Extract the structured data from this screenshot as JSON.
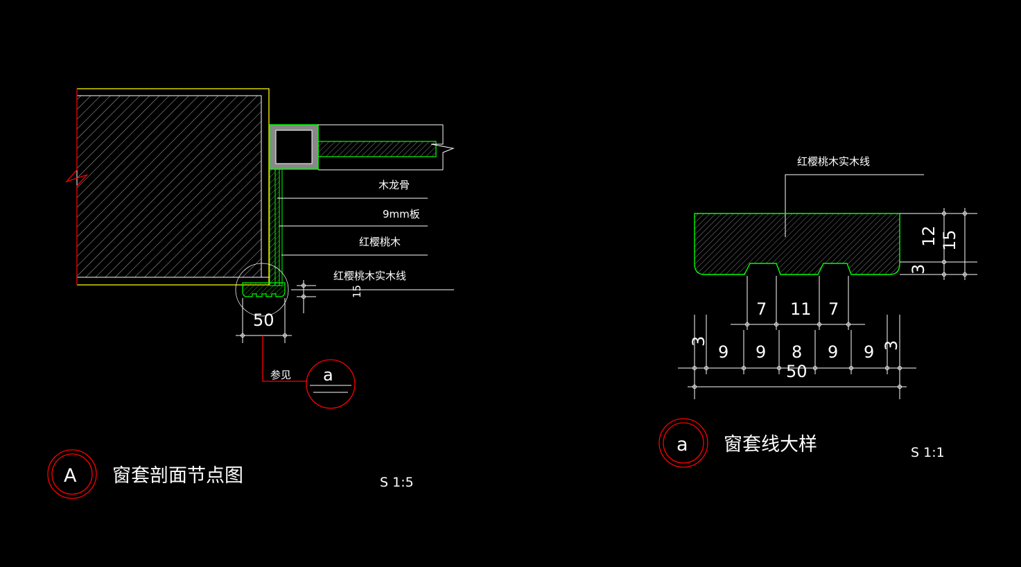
{
  "left_detail": {
    "callouts": [
      "木龙骨",
      "9mm板",
      "红樱桃木",
      "红樱桃木实木线"
    ],
    "dimension": "50",
    "dim_small": "15",
    "ref_text": "参见",
    "ref_symbol": "a"
  },
  "right_detail": {
    "callout": "红樱桃木实木线",
    "dims_top": [
      "7",
      "11",
      "7"
    ],
    "dims_mid": [
      "3",
      "9",
      "9",
      "8",
      "9",
      "9",
      "3"
    ],
    "dim_total": "50",
    "dims_right": [
      "12",
      "15",
      "3"
    ]
  },
  "title_a": {
    "symbol": "A",
    "text": "窗套剖面节点图",
    "scale": "S 1:5"
  },
  "title_b": {
    "symbol": "a",
    "text": "窗套线大样",
    "scale": "S 1:1"
  },
  "colors": {
    "background": "#000000",
    "line": "#ffffff",
    "green": "#00ff00",
    "red": "#ff0000",
    "yellow": "#ffff00"
  }
}
